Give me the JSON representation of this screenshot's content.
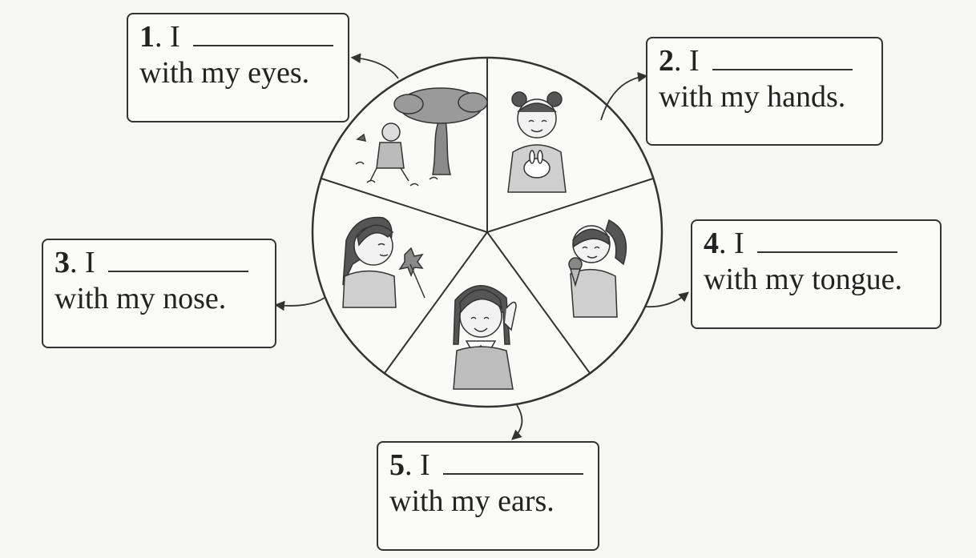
{
  "questions": [
    {
      "number": "1",
      "prefix": ". I",
      "suffix": "with my eyes."
    },
    {
      "number": "2",
      "prefix": ". I",
      "suffix": "with my hands."
    },
    {
      "number": "3",
      "prefix": ". I",
      "suffix": "with my nose."
    },
    {
      "number": "4",
      "prefix": ". I",
      "suffix": "with my tongue."
    },
    {
      "number": "5",
      "prefix": ". I",
      "suffix": "with my ears."
    }
  ],
  "wheel_segments": [
    {
      "name": "eyes",
      "scene": "boy-looking-at-butterfly"
    },
    {
      "name": "hands",
      "scene": "girl-holding-rabbit"
    },
    {
      "name": "tongue",
      "scene": "girl-eating-ice-cream"
    },
    {
      "name": "ears",
      "scene": "girl-listening"
    },
    {
      "name": "nose",
      "scene": "girl-smelling-flower"
    }
  ],
  "colors": {
    "line": "#333333",
    "background": "#f6f6f3",
    "fill_gray": "#bdbdbd"
  }
}
